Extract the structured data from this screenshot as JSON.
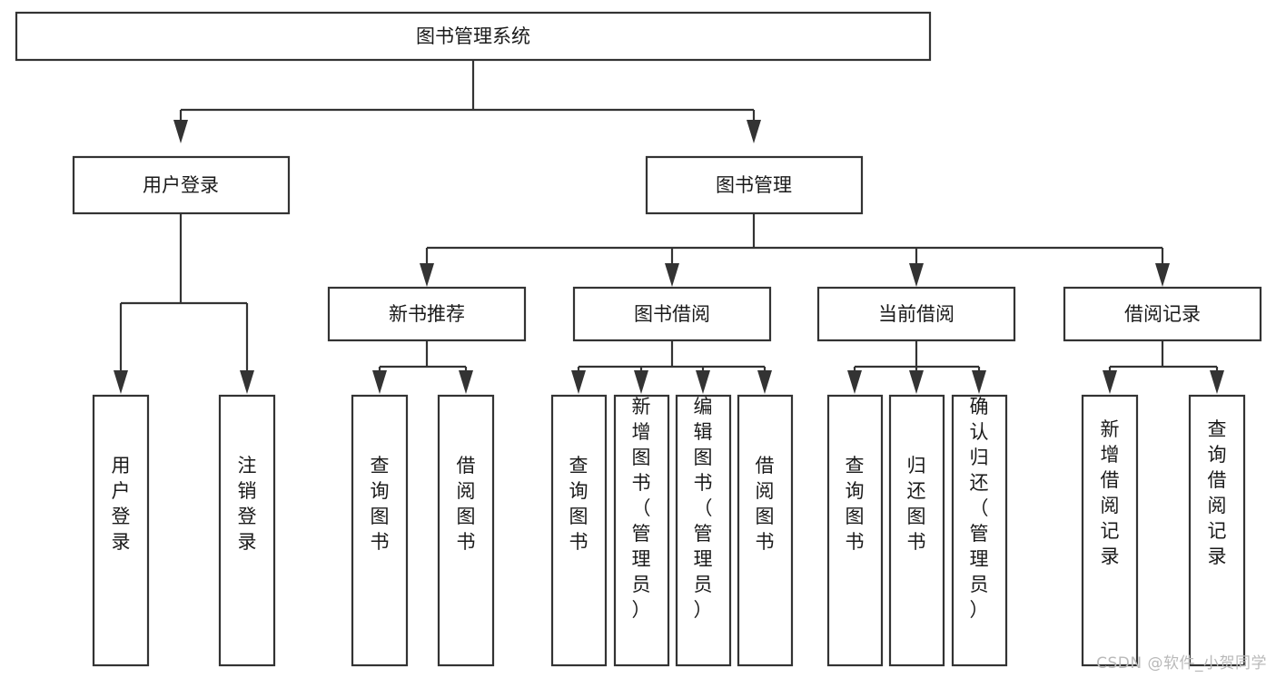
{
  "diagram": {
    "title": "图书管理系统",
    "type": "tree-hierarchy",
    "watermark": "CSDN @软件_小贺同学",
    "levels": {
      "root": {
        "label": "图书管理系统"
      },
      "level1": [
        {
          "label": "用户登录"
        },
        {
          "label": "图书管理"
        }
      ],
      "level2": [
        {
          "label": "新书推荐"
        },
        {
          "label": "图书借阅"
        },
        {
          "label": "当前借阅"
        },
        {
          "label": "借阅记录"
        }
      ],
      "leaves": {
        "user_login": [
          {
            "label": "用户登录"
          },
          {
            "label": "注销登录"
          }
        ],
        "new_book": [
          {
            "label": "查询图书"
          },
          {
            "label": "借阅图书"
          }
        ],
        "book_borrow": [
          {
            "label": "查询图书"
          },
          {
            "label": "新增图书（管理员）"
          },
          {
            "label": "编辑图书（管理员）"
          },
          {
            "label": "借阅图书"
          }
        ],
        "current_borrow": [
          {
            "label": "查询图书"
          },
          {
            "label": "归还图书"
          },
          {
            "label": "确认归还（管理员）"
          }
        ],
        "borrow_record": [
          {
            "label": "新增借阅记录"
          },
          {
            "label": "查询借阅记录"
          }
        ]
      }
    },
    "colors": {
      "stroke": "#333333",
      "box_fill": "#ffffff",
      "text": "#1a1a1a",
      "background": "#ffffff",
      "watermark": "#b9b9b9"
    }
  }
}
